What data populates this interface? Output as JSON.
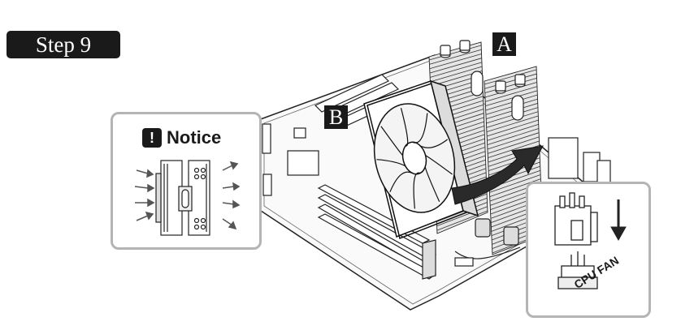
{
  "step_label": "Step 9",
  "badges": {
    "a": "A",
    "b": "B"
  },
  "notice": {
    "mark": "!",
    "title": "Notice"
  },
  "fan_connector": {
    "label": "CPU FAN"
  }
}
